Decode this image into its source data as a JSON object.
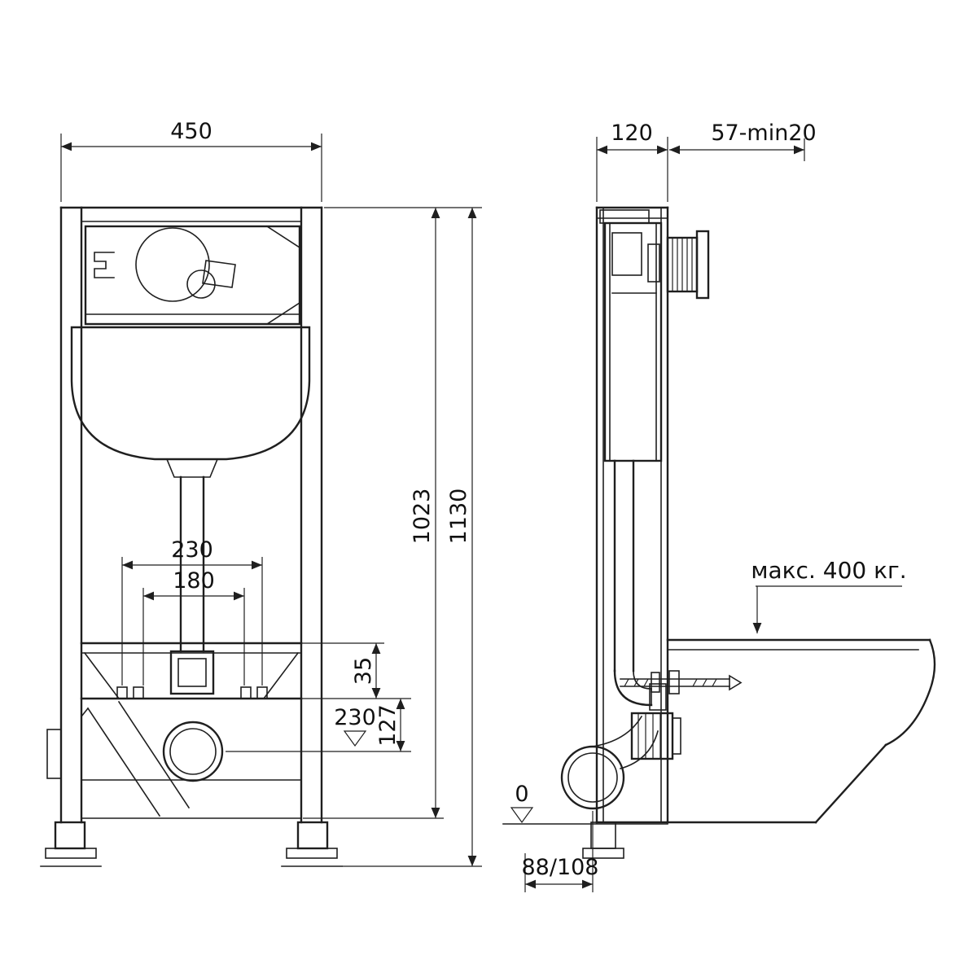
{
  "colors": {
    "line": "#1f1f1f",
    "background": "#ffffff",
    "text": "#111111"
  },
  "drawing": {
    "type": "installation-frame-dimension-drawing",
    "front_view": {
      "frame_width": "450",
      "total_height": "1130",
      "upper_fixing_height": "1023",
      "outer_bolt_spacing": "230",
      "inner_bolt_spacing": "180",
      "bracket_offset": "35",
      "drain_axis_offset": "127",
      "drain_axis_level": "230"
    },
    "side_view": {
      "frame_depth": "120",
      "actuator_depth_range": "57-min20",
      "max_load": "макс. 400 кг.",
      "floor_level": "0",
      "drain_wall_distance": "88/108"
    }
  }
}
